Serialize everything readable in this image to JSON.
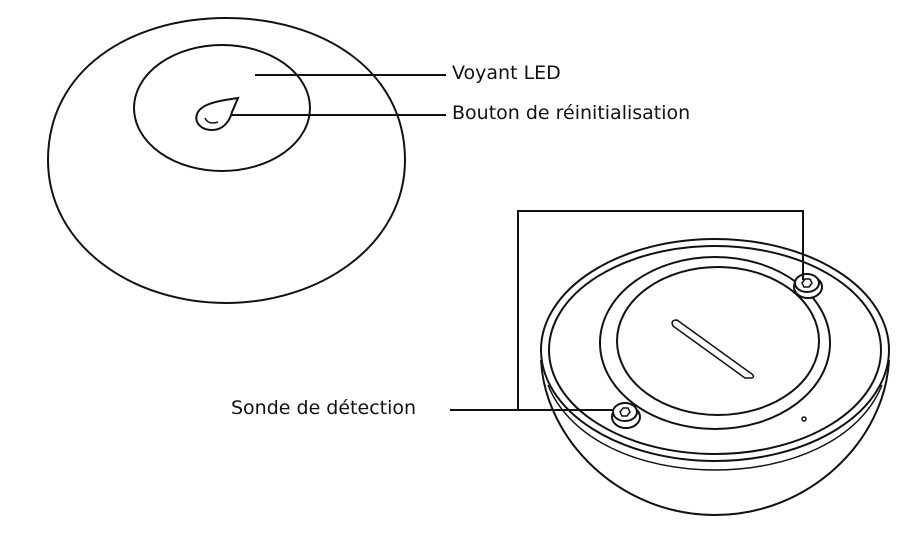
{
  "labels": {
    "led": "Voyant LED",
    "reset": "Bouton de réinitialisation",
    "probe": "Sonde de détection"
  },
  "colors": {
    "stroke": "#111111",
    "background": "#ffffff"
  }
}
